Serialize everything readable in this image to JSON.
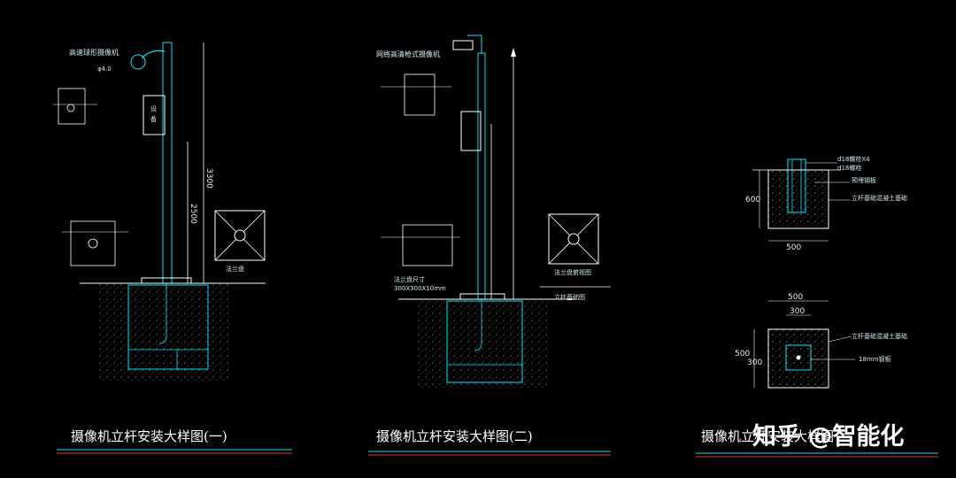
{
  "drawing_1": {
    "title": "摄像机立杆安装大样图(一)",
    "label_top": "高速球形摄像机",
    "dim_pole": "φ4.0",
    "label_base": "法兰盘",
    "dim_height": "3300",
    "dim_lower": "2500"
  },
  "drawing_2": {
    "title": "摄像机立杆安装大样图(二)",
    "label_top": "网络高清枪式摄像机",
    "label_base": "法兰盘俯视图",
    "label_base2": "立柱基础图",
    "label_flange": "法兰盘尺寸",
    "label_flange_size": "300X300X10mm"
  },
  "drawing_3": {
    "title": "摄像机立杆安装大样图",
    "top_rebar_1": "d18螺栓X4",
    "top_rebar_2": "d18螺栓",
    "top_label_1": "预埋钢板",
    "top_label_2": "立杆基础混凝土基础",
    "top_dim_height": "600",
    "top_dim_width": "500",
    "bottom_dim_width": "500",
    "bottom_dim_inner": "300",
    "bottom_dim_height": "500",
    "bottom_dim_inner_h": "300",
    "bottom_label_1": "立杆基础混凝土基础",
    "bottom_label_2": "18mm钢板"
  },
  "watermark": "知乎 @智能化",
  "colors": {
    "cad_cyan": "#00e5ff",
    "cad_white": "#ffffff",
    "cad_red": "#ff3030",
    "background": "#000000"
  }
}
